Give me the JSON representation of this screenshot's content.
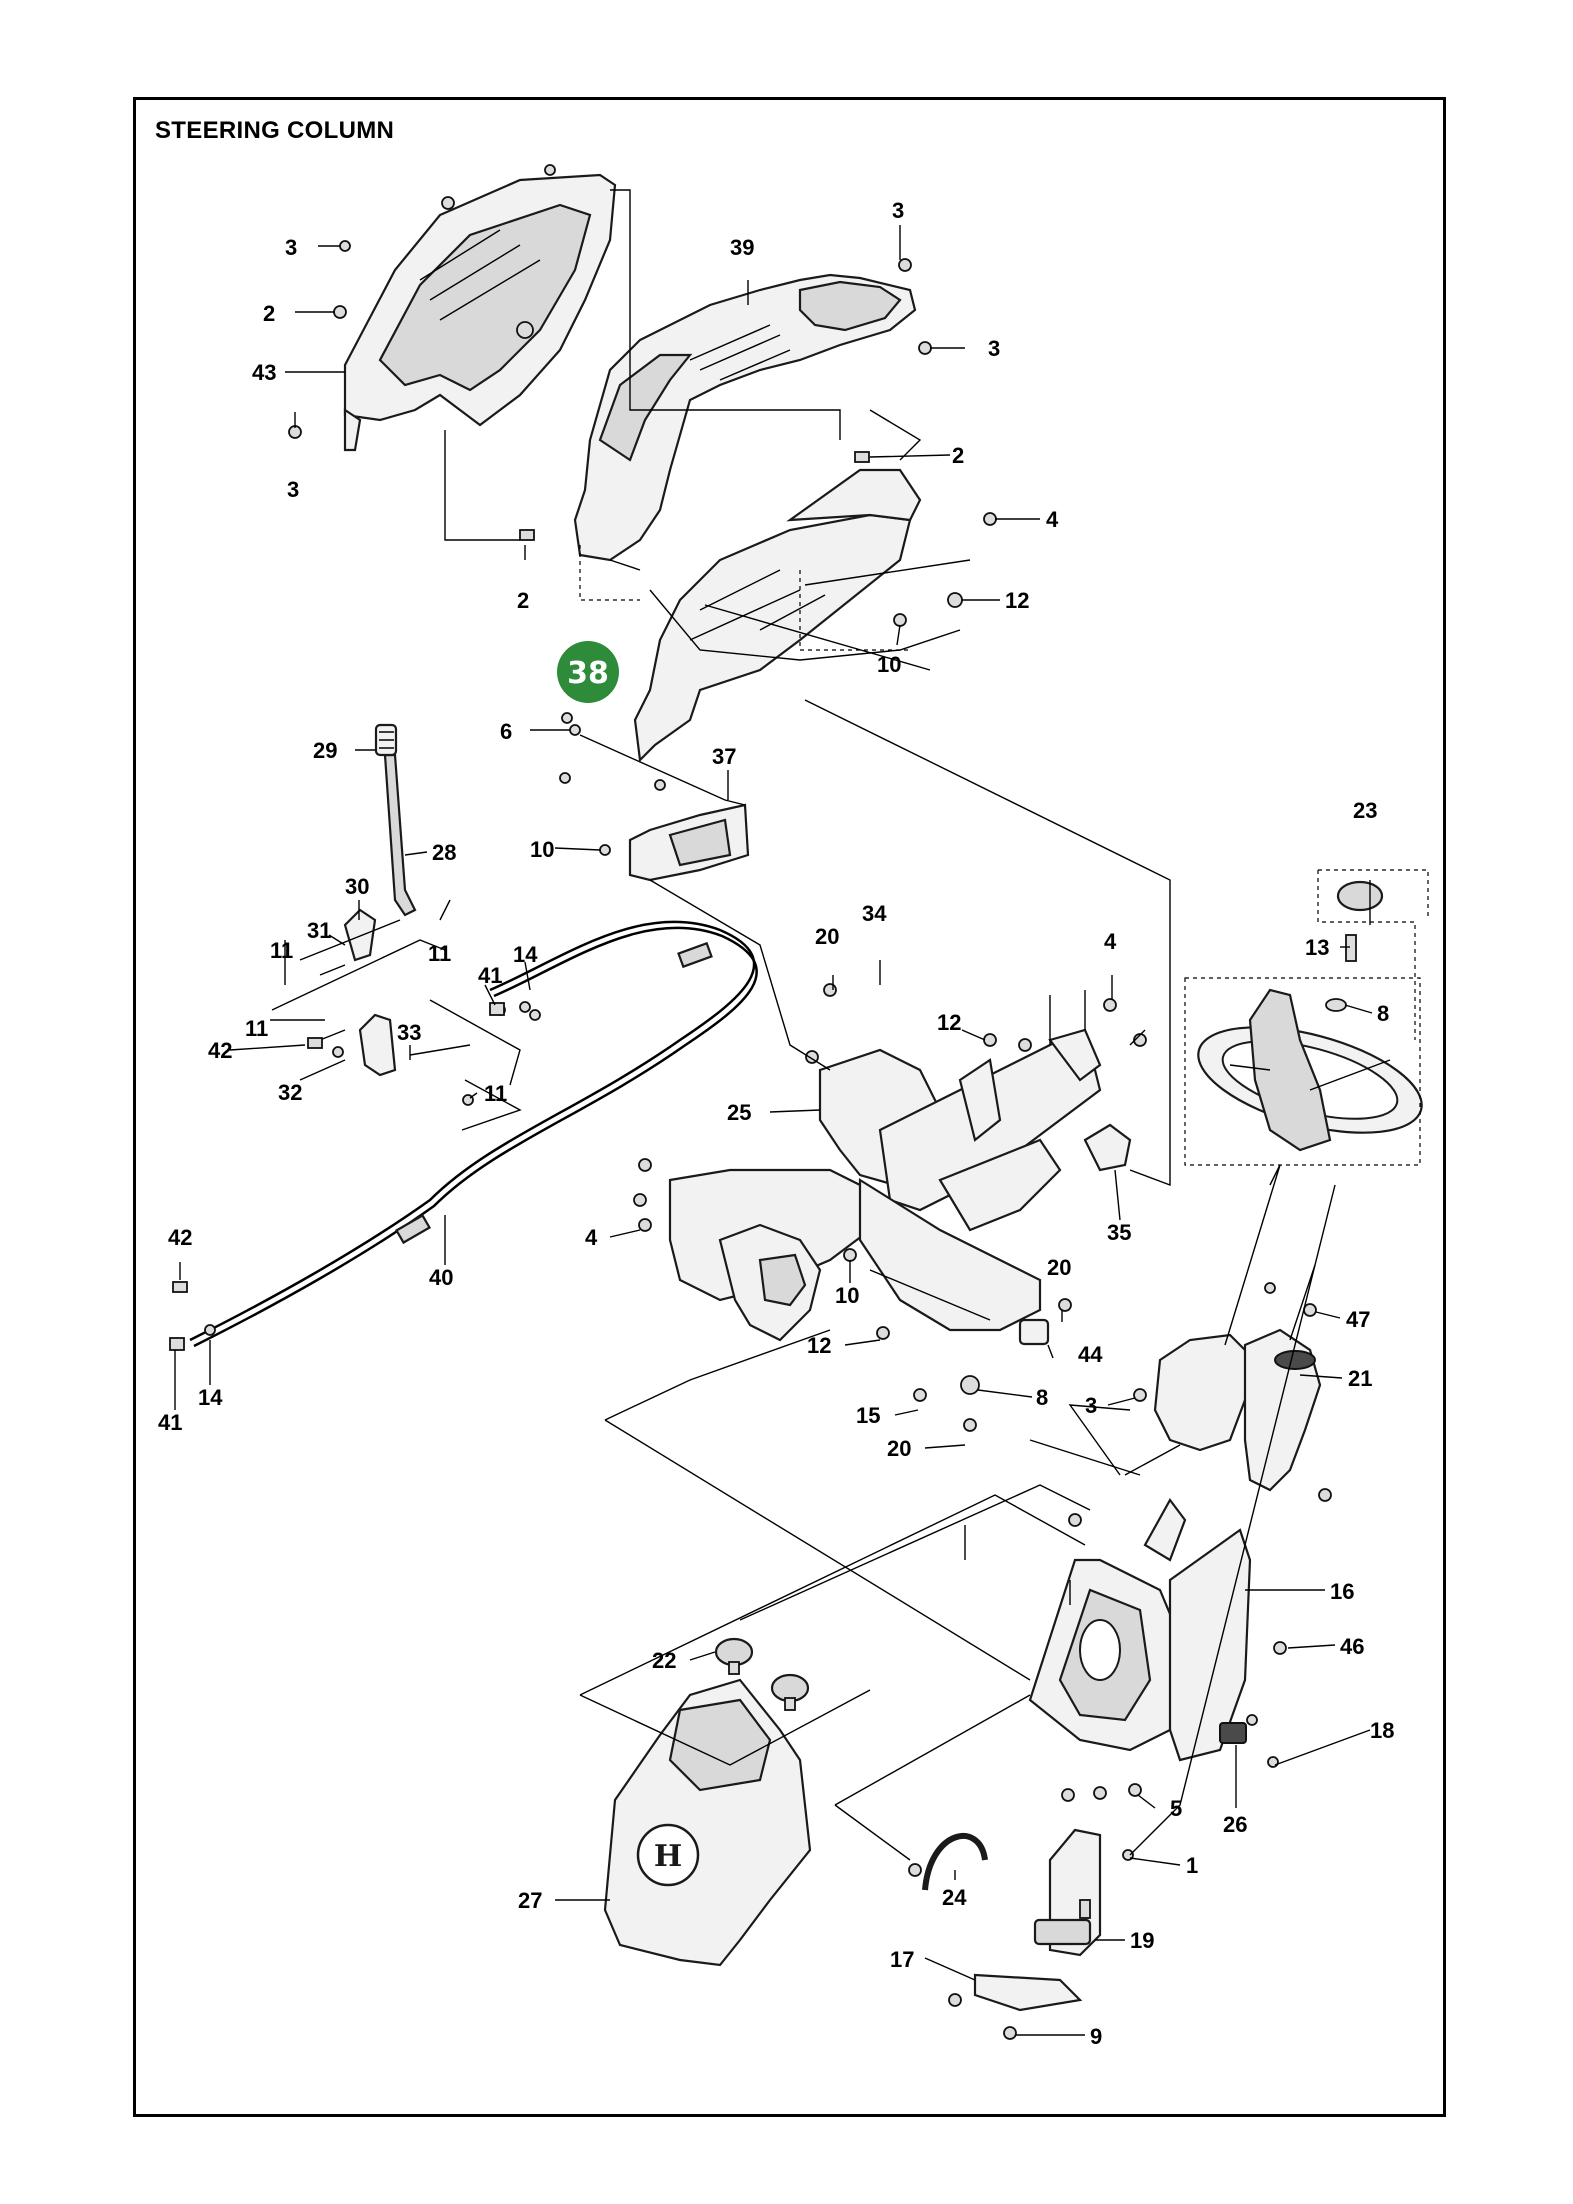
{
  "title": "STEERING COLUMN",
  "highlight": {
    "label": "38",
    "color": "#2e8b3a"
  },
  "callouts": [
    {
      "id": "c3-a",
      "text": "3"
    },
    {
      "id": "c2-a",
      "text": "2"
    },
    {
      "id": "c43",
      "text": "43"
    },
    {
      "id": "c3-b",
      "text": "3"
    },
    {
      "id": "c2-b",
      "text": "2"
    },
    {
      "id": "c39",
      "text": "39"
    },
    {
      "id": "c3-c",
      "text": "3"
    },
    {
      "id": "c3-d",
      "text": "3"
    },
    {
      "id": "c2-c",
      "text": "2"
    },
    {
      "id": "c4-a",
      "text": "4"
    },
    {
      "id": "c12-a",
      "text": "12"
    },
    {
      "id": "c10-a",
      "text": "10"
    },
    {
      "id": "c6",
      "text": "6"
    },
    {
      "id": "c37",
      "text": "37"
    },
    {
      "id": "c29",
      "text": "29"
    },
    {
      "id": "c28",
      "text": "28"
    },
    {
      "id": "c10-b",
      "text": "10"
    },
    {
      "id": "c30",
      "text": "30"
    },
    {
      "id": "c31",
      "text": "31"
    },
    {
      "id": "c11-a",
      "text": "11"
    },
    {
      "id": "c11-b",
      "text": "11"
    },
    {
      "id": "c41-a",
      "text": "41"
    },
    {
      "id": "c14-a",
      "text": "14"
    },
    {
      "id": "c11-c",
      "text": "11"
    },
    {
      "id": "c33",
      "text": "33"
    },
    {
      "id": "c42-a",
      "text": "42"
    },
    {
      "id": "c32",
      "text": "32"
    },
    {
      "id": "c11-d",
      "text": "11"
    },
    {
      "id": "c34",
      "text": "34"
    },
    {
      "id": "c20-a",
      "text": "20"
    },
    {
      "id": "c4-b",
      "text": "4"
    },
    {
      "id": "c12-b",
      "text": "12"
    },
    {
      "id": "c25",
      "text": "25"
    },
    {
      "id": "c35",
      "text": "35"
    },
    {
      "id": "c23",
      "text": "23"
    },
    {
      "id": "c13",
      "text": "13"
    },
    {
      "id": "c8-a",
      "text": "8"
    },
    {
      "id": "c4-c",
      "text": "4"
    },
    {
      "id": "c40",
      "text": "40"
    },
    {
      "id": "c42-b",
      "text": "42"
    },
    {
      "id": "c41-b",
      "text": "41"
    },
    {
      "id": "c14-b",
      "text": "14"
    },
    {
      "id": "c10-c",
      "text": "10"
    },
    {
      "id": "c20-b",
      "text": "20"
    },
    {
      "id": "c44",
      "text": "44"
    },
    {
      "id": "c12-c",
      "text": "12"
    },
    {
      "id": "c8-b",
      "text": "8"
    },
    {
      "id": "c15",
      "text": "15"
    },
    {
      "id": "c20-c",
      "text": "20"
    },
    {
      "id": "c47",
      "text": "47"
    },
    {
      "id": "c21",
      "text": "21"
    },
    {
      "id": "c3-e",
      "text": "3"
    },
    {
      "id": "c16",
      "text": "16"
    },
    {
      "id": "c46",
      "text": "46"
    },
    {
      "id": "c22",
      "text": "22"
    },
    {
      "id": "c18",
      "text": "18"
    },
    {
      "id": "c26",
      "text": "26"
    },
    {
      "id": "c5",
      "text": "5"
    },
    {
      "id": "c1",
      "text": "1"
    },
    {
      "id": "c24",
      "text": "24"
    },
    {
      "id": "c27",
      "text": "27"
    },
    {
      "id": "c19",
      "text": "19"
    },
    {
      "id": "c17",
      "text": "17"
    },
    {
      "id": "c9",
      "text": "9"
    }
  ]
}
